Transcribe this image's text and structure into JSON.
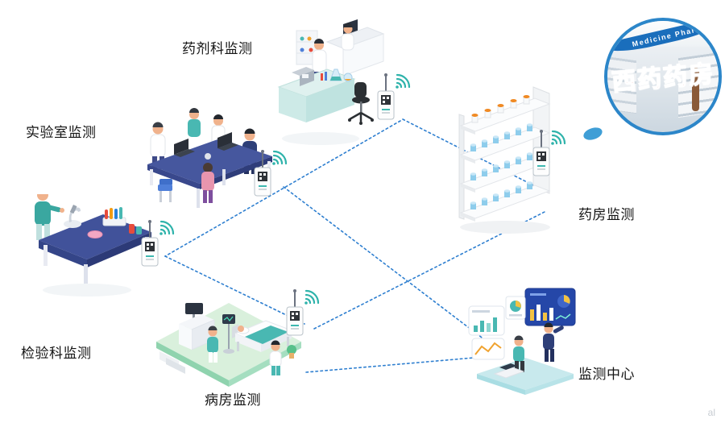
{
  "labels": {
    "pharmacy_dept": "药剂科监测",
    "laboratory": "实验室监测",
    "testing_dept": "检验科监测",
    "ward": "病房监测",
    "pharmacy_store": "药房监测",
    "monitoring_center": "监测中心"
  },
  "photo": {
    "arc_text": "Medicine Phar",
    "banner_text": "西药药房"
  },
  "icons": {
    "sensor": "wifi-sensor-icon",
    "wifi": "wifi-signal-icon"
  },
  "colors": {
    "connection_line": "#2e7fd0",
    "wifi_teal": "#2fb3ab",
    "photo_ring": "#2c86c9",
    "banner_red": "#e8231a"
  },
  "watermark": "al"
}
